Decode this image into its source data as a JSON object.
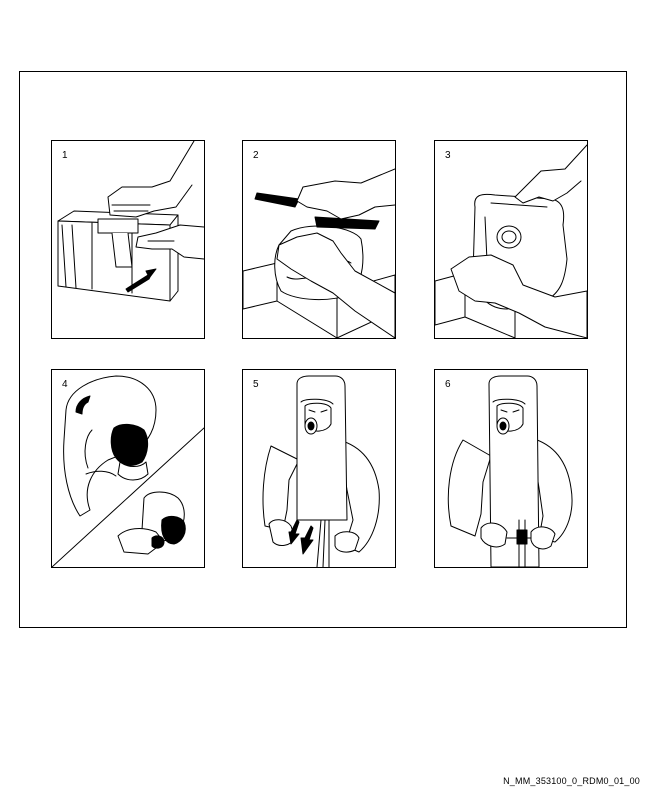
{
  "steps": [
    {
      "number": "1"
    },
    {
      "number": "2"
    },
    {
      "number": "3"
    },
    {
      "number": "4"
    },
    {
      "number": "5"
    },
    {
      "number": "6"
    }
  ],
  "reference_code": "N_MM_353100_0_RDM0_01_00"
}
